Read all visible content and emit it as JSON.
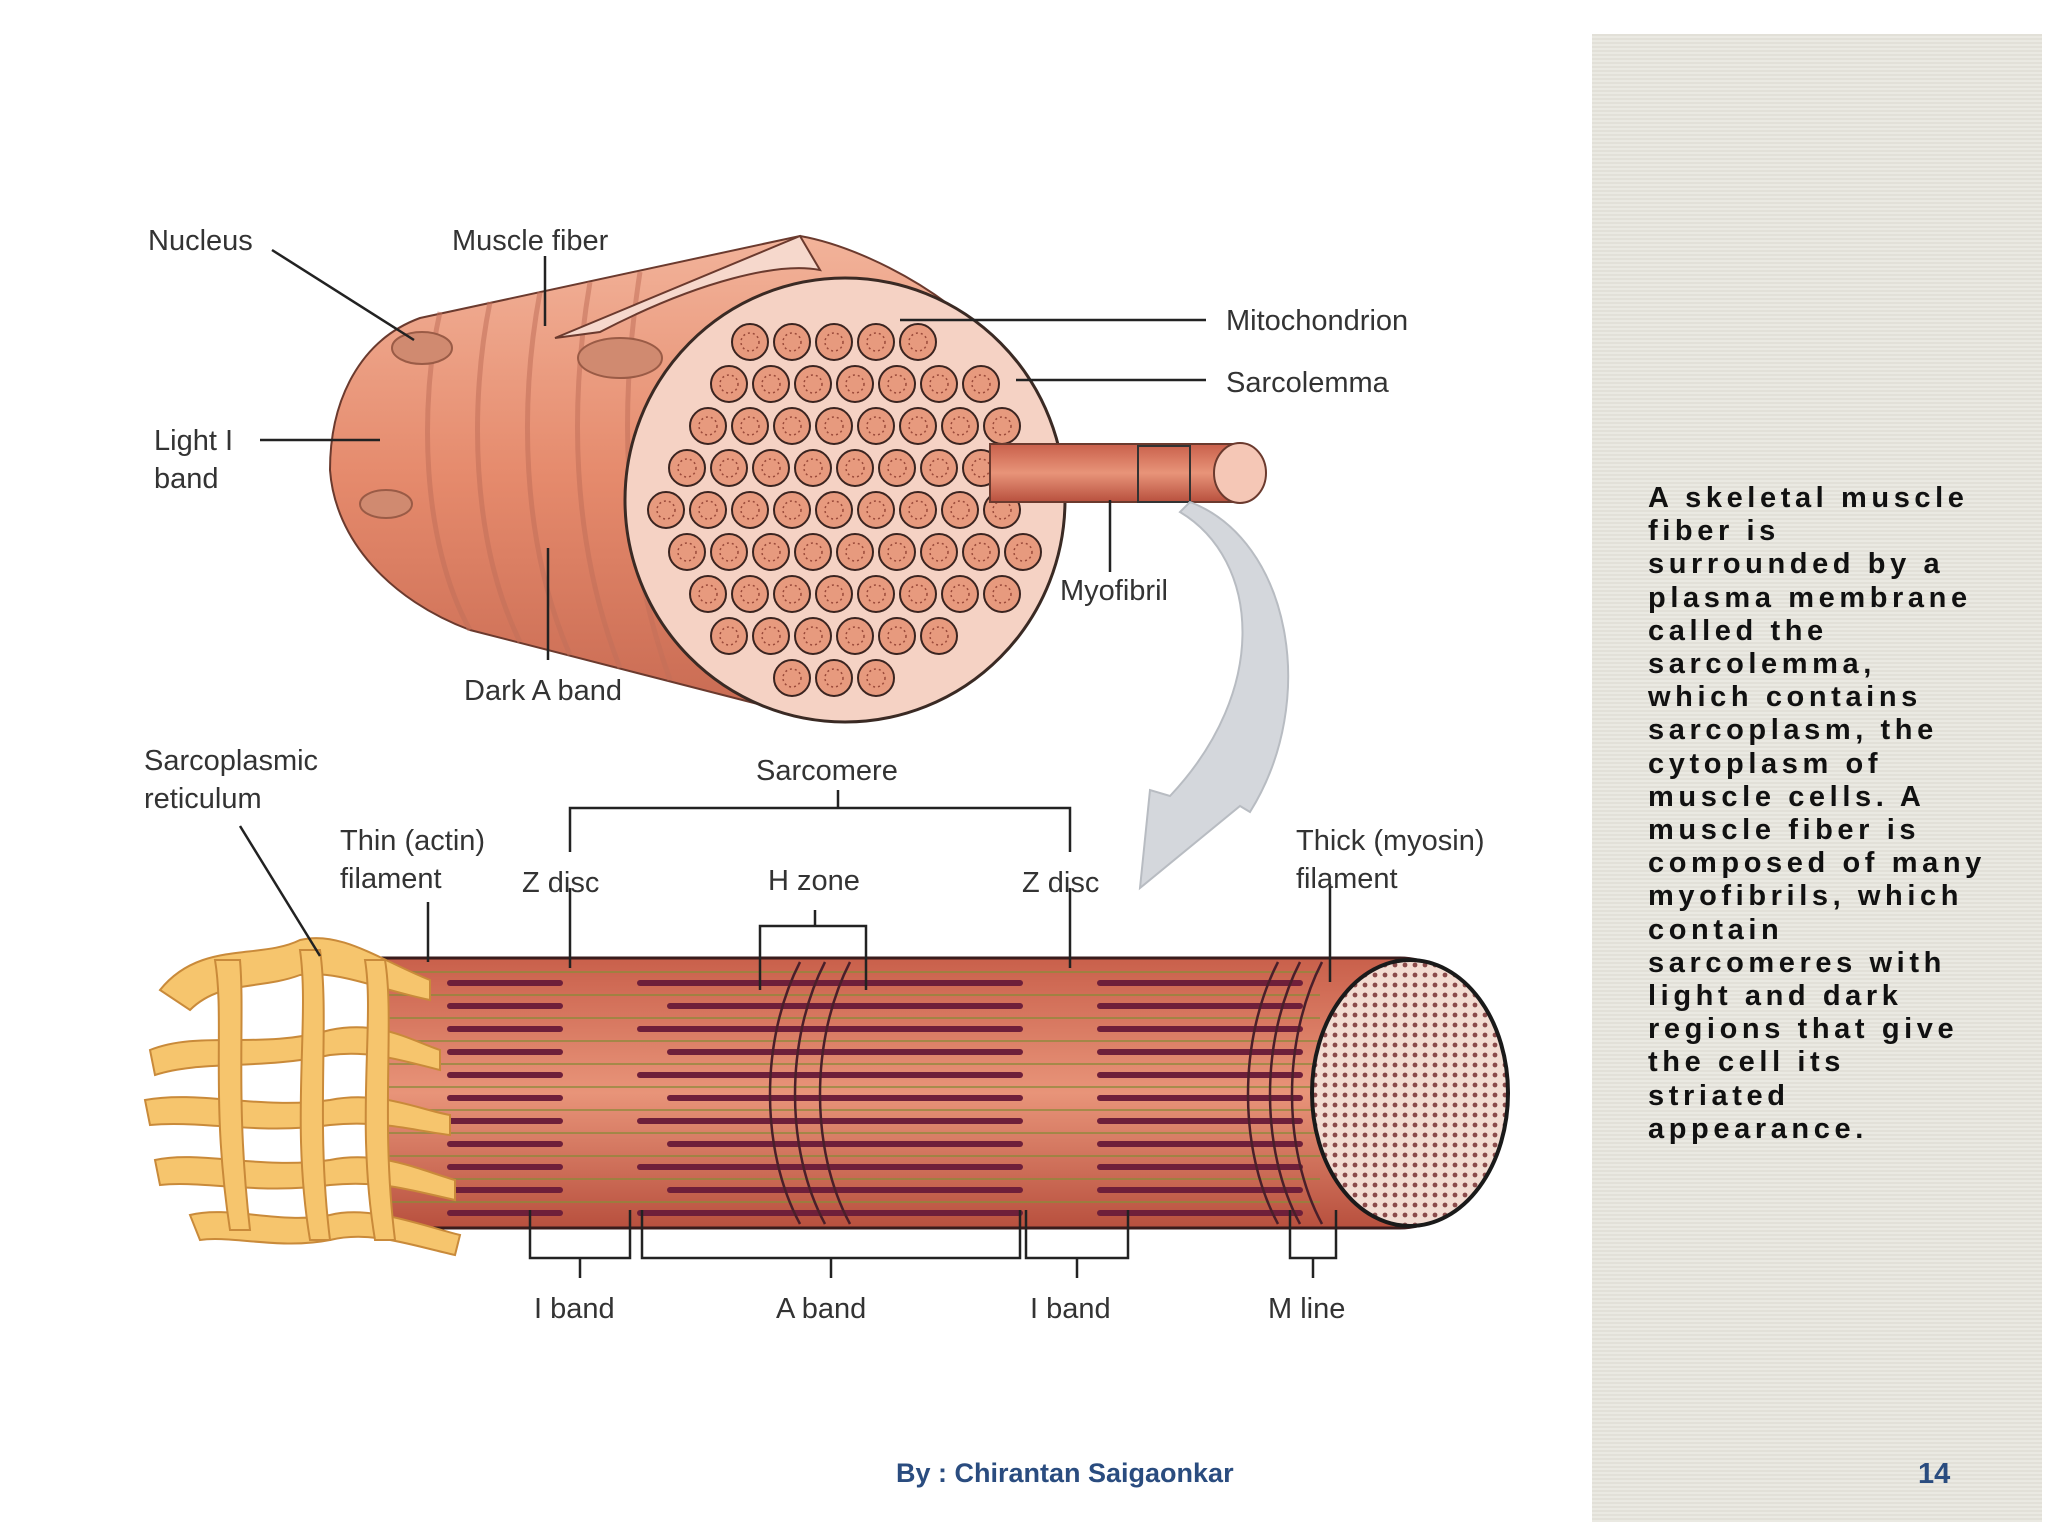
{
  "diagram": {
    "labels": {
      "nucleus": "Nucleus",
      "muscle_fiber": "Muscle fiber",
      "mitochondrion": "Mitochondrion",
      "sarcolemma": "Sarcolemma",
      "light_i_band_1": "Light I",
      "light_i_band_2": "band",
      "myofibril": "Myofibril",
      "dark_a_band": "Dark A band",
      "sarcoplasmic_1": "Sarcoplasmic",
      "sarcoplasmic_2": "reticulum",
      "sarcomere": "Sarcomere",
      "thin_1": "Thin (actin)",
      "thin_2": "filament",
      "z_disc_left": "Z disc",
      "h_zone": "H zone",
      "z_disc_right": "Z disc",
      "thick_1": "Thick (myosin)",
      "thick_2": "filament",
      "i_band_left": "I band",
      "a_band": "A band",
      "i_band_right": "I band",
      "m_line": "M line"
    }
  },
  "side_text": "A skeletal muscle fiber is surrounded by a plasma membrane called the sarcolemma, which contains sarcoplasm, the cytoplasm of muscle cells. A muscle fiber is composed of many myofibrils, which contain sarcomeres with light and dark regions that give the cell its striated appearance.",
  "footer": {
    "author": "By : Chirantan Saigaonkar",
    "page_number": "14"
  },
  "colors": {
    "muscle": "#e08a6d",
    "muscle_dark": "#c8654f",
    "myosin": "#6e1f3a",
    "reticulum": "#f4c16a",
    "panel": "#e6e4dc",
    "footer_text": "#2a4c7f"
  }
}
